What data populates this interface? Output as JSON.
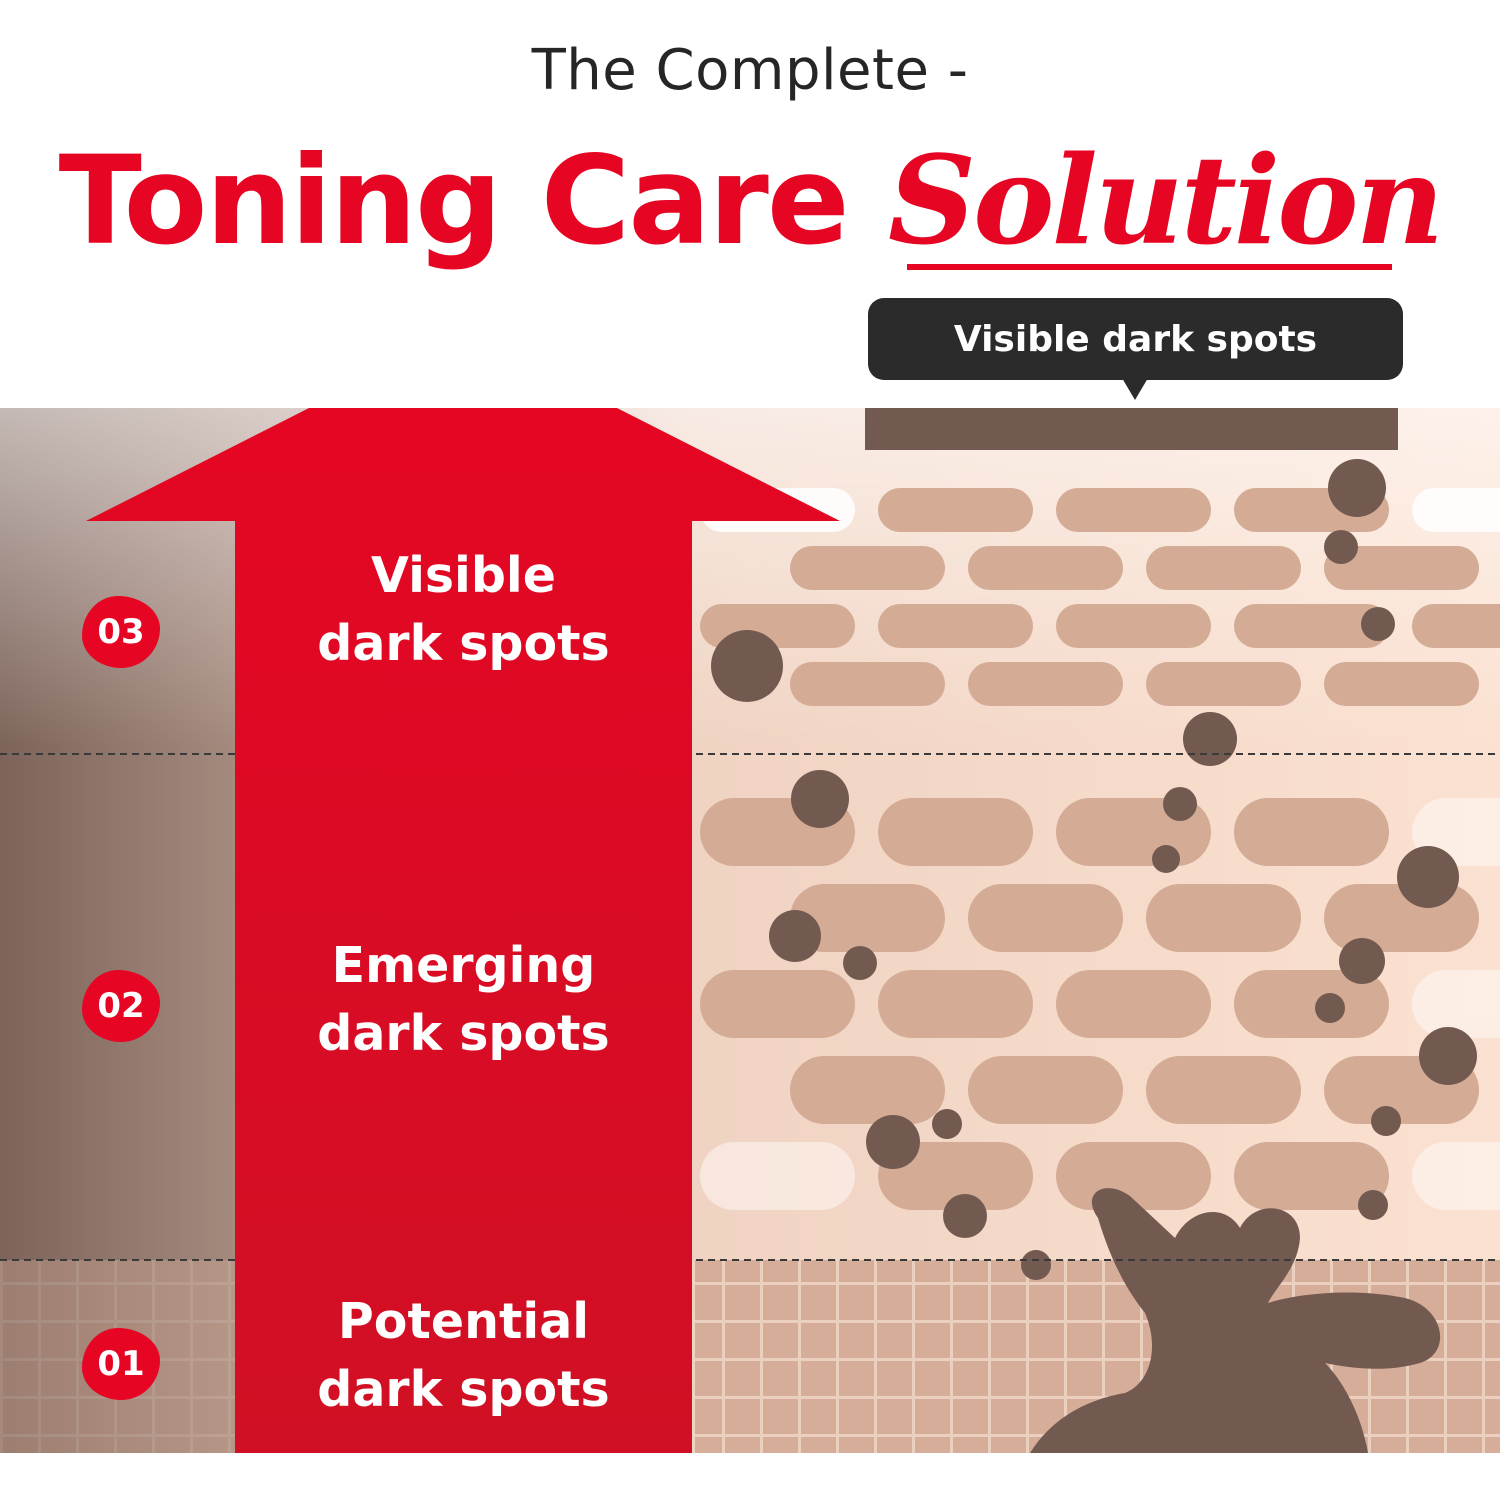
{
  "header": {
    "kicker": "The Complete -",
    "title_main": "Toning Care ",
    "title_emphasis": "Solution"
  },
  "callout": {
    "label": "Visible dark spots"
  },
  "steps": [
    {
      "number": "03",
      "line1": "Visible",
      "line2": "dark spots"
    },
    {
      "number": "02",
      "line1": "Emerging",
      "line2": "dark spots"
    },
    {
      "number": "01",
      "line1": "Potential",
      "line2": "dark spots"
    }
  ],
  "colors": {
    "accent": "#e60523",
    "spot": "#735a50",
    "skin_light": "#fbe1d1",
    "skin_cell": "#d4ab95",
    "callout_bg": "#2b2b2b"
  }
}
